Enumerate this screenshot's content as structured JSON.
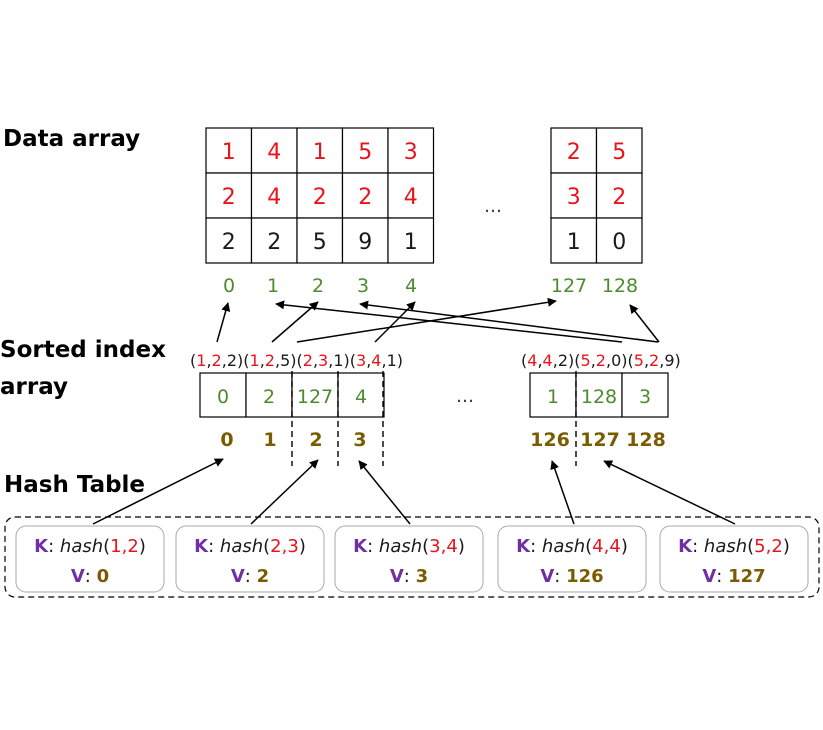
{
  "headings": {
    "data_array": "Data array",
    "sorted_index_1": "Sorted index",
    "sorted_index_2": "array",
    "hash_table": "Hash Table"
  },
  "ellipsis": "…",
  "data_array": {
    "rows_left": [
      [
        "1",
        "4",
        "1",
        "5",
        "3"
      ],
      [
        "2",
        "4",
        "2",
        "2",
        "4"
      ],
      [
        "2",
        "2",
        "5",
        "9",
        "1"
      ]
    ],
    "rows_right": [
      [
        "2",
        "5"
      ],
      [
        "3",
        "2"
      ],
      [
        "1",
        "0"
      ]
    ],
    "row_colors": [
      "red",
      "red",
      "black"
    ],
    "indices_left": [
      "0",
      "1",
      "2",
      "3",
      "4"
    ],
    "indices_right": [
      "127",
      "128"
    ]
  },
  "tuples": {
    "left": [
      [
        "1",
        "2",
        "2"
      ],
      [
        "1",
        "2",
        "5"
      ],
      [
        "2",
        "3",
        "1"
      ],
      [
        "3",
        "4",
        "1"
      ]
    ],
    "right": [
      [
        "4",
        "4",
        "2"
      ],
      [
        "5",
        "2",
        "0"
      ],
      [
        "5",
        "2",
        "9"
      ]
    ]
  },
  "sorted_index": {
    "values_left": [
      "0",
      "2",
      "127",
      "4"
    ],
    "values_right": [
      "1",
      "128",
      "3"
    ],
    "positions_left": [
      "0",
      "1",
      "2",
      "3"
    ],
    "positions_right": [
      "126",
      "127",
      "128"
    ]
  },
  "hash_table": [
    {
      "k_label": "K",
      "fn": "hash",
      "key": [
        "1",
        "2"
      ],
      "v_label": "V",
      "value": "0"
    },
    {
      "k_label": "K",
      "fn": "hash",
      "key": [
        "2",
        "3"
      ],
      "v_label": "V",
      "value": "2"
    },
    {
      "k_label": "K",
      "fn": "hash",
      "key": [
        "3",
        "4"
      ],
      "v_label": "V",
      "value": "3"
    },
    {
      "k_label": "K",
      "fn": "hash",
      "key": [
        "4",
        "4"
      ],
      "v_label": "V",
      "value": "126"
    },
    {
      "k_label": "K",
      "fn": "hash",
      "key": [
        "5",
        "2"
      ],
      "v_label": "V",
      "value": "127"
    }
  ],
  "colors": {
    "red": "#e8141c",
    "green": "#4e8a2e",
    "gold": "#7a5c00",
    "purple": "#7030a0",
    "black": "#1a1a1a"
  }
}
